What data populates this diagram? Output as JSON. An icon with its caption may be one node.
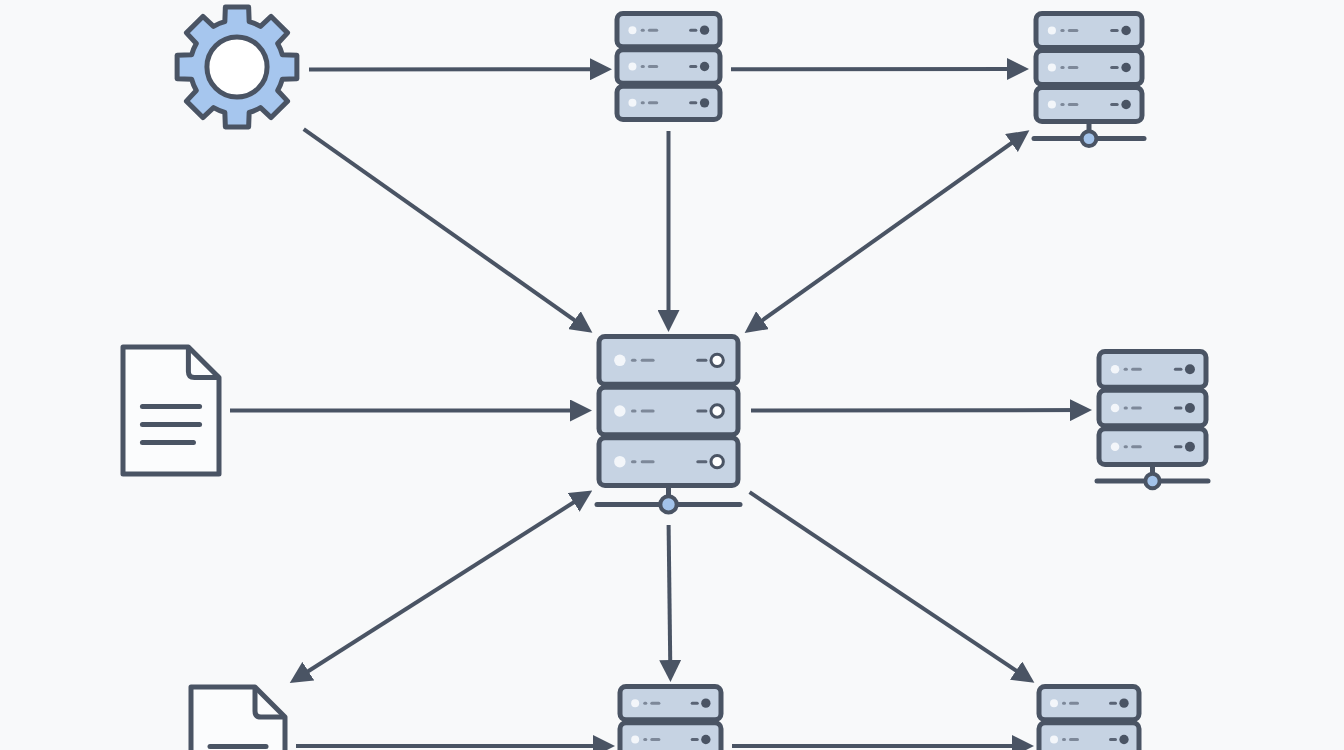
{
  "diagram": {
    "nodes": [
      {
        "text": [],
        "shape": "gear"
      },
      {
        "text": [],
        "shape": "server"
      },
      {
        "text": [],
        "shape": "server"
      },
      {
        "text": [],
        "shape": "document"
      },
      {
        "text": [],
        "shape": "server"
      },
      {
        "text": [],
        "shape": "server"
      },
      {
        "text": [],
        "shape": "document"
      },
      {
        "text": [],
        "shape": "server"
      },
      {
        "text": [],
        "shape": "server"
      }
    ],
    "edges": [
      {
        "from": 0,
        "to": 1,
        "arrow": "to"
      },
      {
        "from": 1,
        "to": 2,
        "arrow": "to"
      },
      {
        "from": 0,
        "to": 4,
        "arrow": "to"
      },
      {
        "from": 1,
        "to": 4,
        "arrow": "to"
      },
      {
        "from": 2,
        "to": 4,
        "arrow": "both"
      },
      {
        "from": 3,
        "to": 4,
        "arrow": "to"
      },
      {
        "from": 4,
        "to": 5,
        "arrow": "to"
      },
      {
        "from": 4,
        "to": 6,
        "arrow": "both"
      },
      {
        "from": 4,
        "to": 7,
        "arrow": "to"
      },
      {
        "from": 4,
        "to": 8,
        "arrow": "to"
      },
      {
        "from": 6,
        "to": 7,
        "arrow": "to"
      },
      {
        "from": 7,
        "to": 8,
        "arrow": "to"
      }
    ]
  }
}
